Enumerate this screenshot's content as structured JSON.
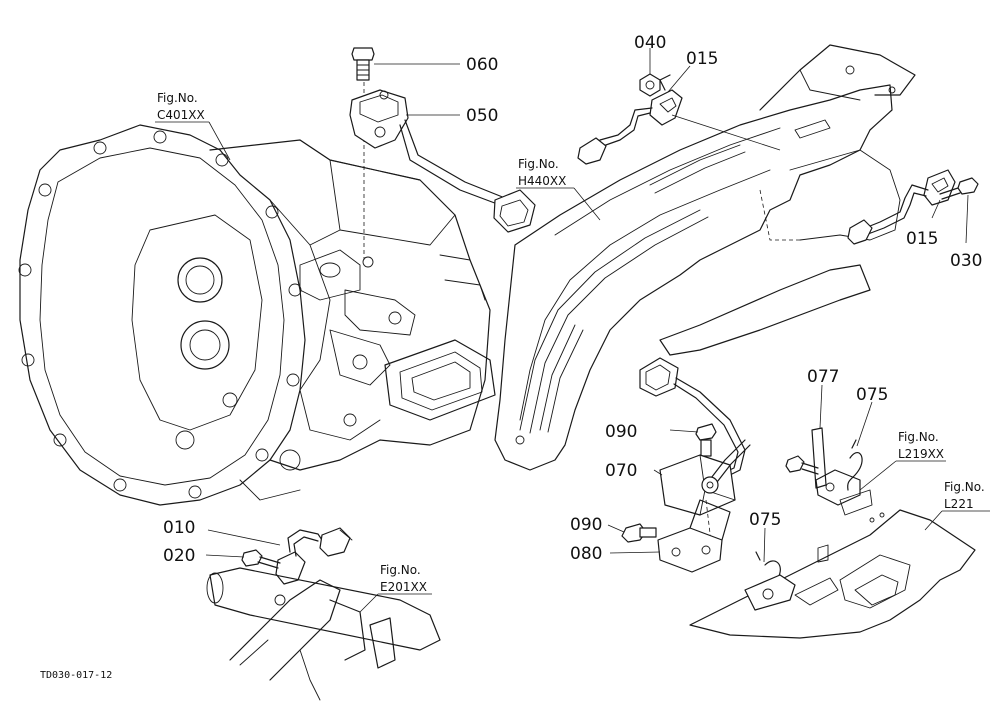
{
  "callouts": {
    "c060": "060",
    "c050": "050",
    "c040": "040",
    "c015a": "015",
    "c015b": "015",
    "c030": "030",
    "c077": "077",
    "c075a": "075",
    "c075b": "075",
    "c090a": "090",
    "c090b": "090",
    "c070": "070",
    "c080": "080",
    "c010": "010",
    "c020": "020"
  },
  "fig_refs": {
    "c401": {
      "line1": "Fig.No.",
      "line2": "C401XX"
    },
    "h440": {
      "line1": "Fig.No.",
      "line2": "H440XX"
    },
    "l219": {
      "line1": "Fig.No.",
      "line2": "L219XX"
    },
    "l221": {
      "line1": "Fig.No.",
      "line2": "L221"
    },
    "e201": {
      "line1": "Fig.No.",
      "line2": "E201XX"
    }
  },
  "drawing_code": "TD030-017-12"
}
